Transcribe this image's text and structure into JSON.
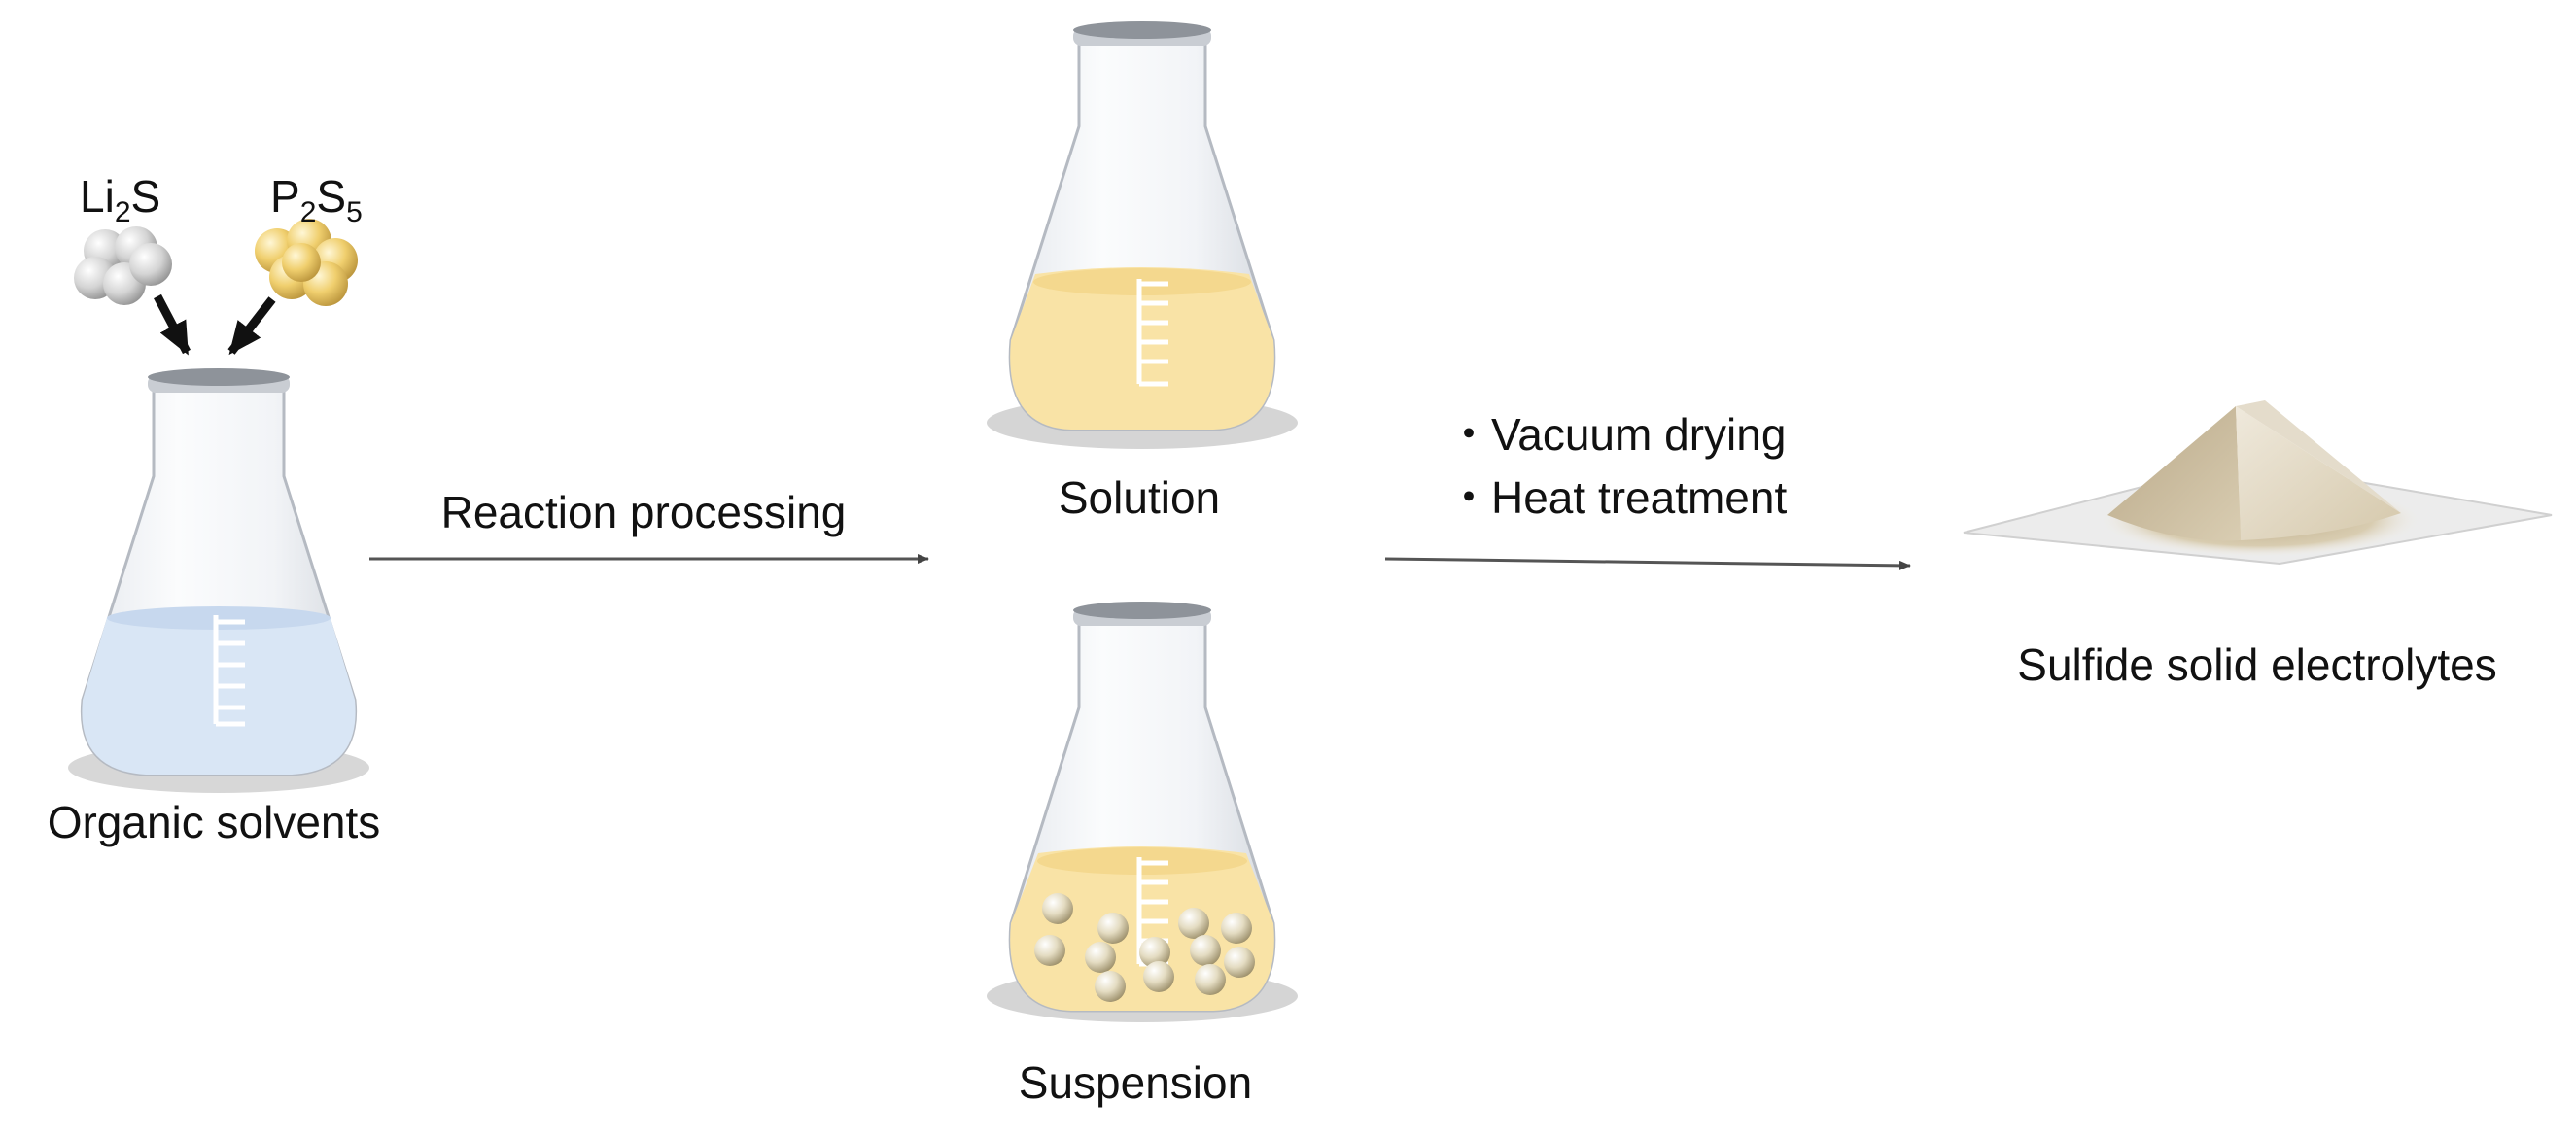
{
  "reagents": {
    "li2s": {
      "base": "Li",
      "sub": "2",
      "tail": "S"
    },
    "p2s5": {
      "base": "P",
      "sub1": "2",
      "mid": "S",
      "sub2": "5"
    }
  },
  "labels": {
    "organic_solvents": "Organic solvents",
    "reaction_processing": "Reaction processing",
    "solution": "Solution",
    "suspension": "Suspension",
    "step_vacuum": "・Vacuum drying",
    "step_heat": "・Heat treatment",
    "product": "Sulfide solid electrolytes"
  },
  "colors": {
    "solvent_liquid": "#d9e6f5",
    "solution_liquid": "#f9e3a6",
    "li2s_particles": "#d8d8d8",
    "p2s5_particles": "#f0d27a",
    "powder": "#cdbb9a",
    "arrow": "#555555"
  }
}
